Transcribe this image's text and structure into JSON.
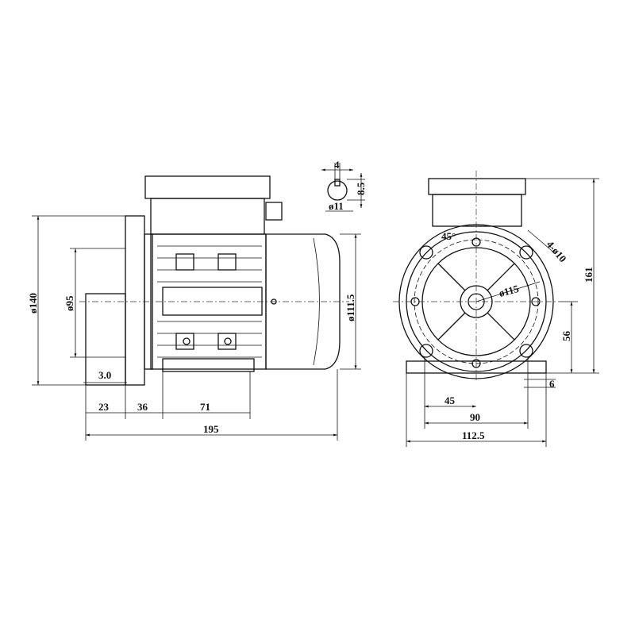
{
  "drawing": {
    "shaft_detail": {
      "key_width": "4",
      "key_height": "8.5",
      "shaft_diameter": "ø11"
    },
    "side_view": {
      "flange_diameter": "ø140",
      "spigot_diameter": "ø95",
      "body_diameter": "ø111.5",
      "spigot_depth": "3.0",
      "shaft_length": "23",
      "flange_to_foot": "36",
      "foot_spacing": "71",
      "overall_length": "195"
    },
    "front_view": {
      "hole_angle": "45°",
      "holes": "4-ø10",
      "pitch_circle": "ø115",
      "overall_height": "161",
      "shaft_height": "56",
      "foot_thickness": "6",
      "half_foot_span": "45",
      "foot_span": "90",
      "foot_width": "112.5"
    }
  }
}
